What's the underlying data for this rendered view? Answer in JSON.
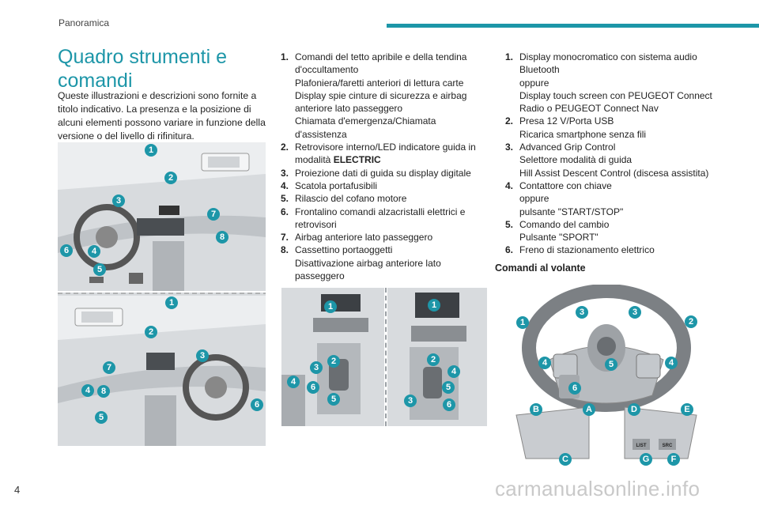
{
  "header": {
    "section": "Panoramica"
  },
  "page_number": "4",
  "watermark": "carmanualsonline.info",
  "title": "Quadro strumenti e comandi",
  "intro": "Queste illustrazioni e descrizioni sono fornite a titolo indicativo. La presenza e la posizione di alcuni elementi possono variare in funzione della versione o del livello di rifinitura.",
  "list_middle": [
    {
      "num": "1.",
      "lines": [
        "Comandi del tetto apribile e della tendina d'occultamento",
        "Plafoniera/faretti anteriori di lettura carte",
        "Display spie cinture di sicurezza e airbag anteriore lato passeggero",
        "Chiamata d'emergenza/Chiamata d'assistenza"
      ]
    },
    {
      "num": "2.",
      "lines": [
        "Retrovisore interno/LED indicatore guida in modalità"
      ],
      "bold": "ELECTRIC"
    },
    {
      "num": "3.",
      "lines": [
        "Proiezione dati di guida su display digitale"
      ]
    },
    {
      "num": "4.",
      "lines": [
        "Scatola portafusibili"
      ]
    },
    {
      "num": "5.",
      "lines": [
        "Rilascio del cofano motore"
      ]
    },
    {
      "num": "6.",
      "lines": [
        "Frontalino comandi alzacristalli elettrici e retrovisori"
      ]
    },
    {
      "num": "7.",
      "lines": [
        "Airbag anteriore lato passeggero"
      ]
    },
    {
      "num": "8.",
      "lines": [
        "Cassettino portaoggetti",
        "Disattivazione airbag anteriore lato passeggero"
      ]
    }
  ],
  "list_right": [
    {
      "num": "1.",
      "lines": [
        "Display monocromatico con sistema audio Bluetooth",
        "oppure",
        "Display touch screen con PEUGEOT Connect Radio o PEUGEOT Connect Nav"
      ]
    },
    {
      "num": "2.",
      "lines": [
        "Presa 12 V/Porta USB",
        "Ricarica smartphone senza fili"
      ]
    },
    {
      "num": "3.",
      "lines": [
        "Advanced Grip Control",
        "Selettore modalità di guida",
        "Hill Assist Descent Control (discesa assistita)"
      ]
    },
    {
      "num": "4.",
      "lines": [
        "Contattore con chiave",
        "oppure",
        "pulsante \"START/STOP\""
      ]
    },
    {
      "num": "5.",
      "lines": [
        "Comando del cambio",
        "Pulsante \"SPORT\""
      ]
    },
    {
      "num": "6.",
      "lines": [
        "Freno di stazionamento elettrico"
      ]
    }
  ],
  "subhead": "Comandi al volante",
  "figures": {
    "dash_top_badges": [
      "1",
      "2",
      "3",
      "7",
      "8",
      "6",
      "4",
      "5"
    ],
    "dash_bottom_badges": [
      "1",
      "2",
      "3",
      "7",
      "4",
      "8",
      "5",
      "6"
    ],
    "console_left_badges": [
      "1",
      "2",
      "3",
      "6",
      "4",
      "5"
    ],
    "console_right_badges": [
      "1",
      "2",
      "4",
      "5",
      "3",
      "6"
    ],
    "wheel_badges": [
      "1",
      "3",
      "3",
      "2",
      "4",
      "5",
      "4",
      "6"
    ],
    "wheel_letters": [
      "B",
      "A",
      "C",
      "D",
      "E",
      "G",
      "F"
    ],
    "wheel_button_text": [
      "LIST",
      "SRC"
    ]
  }
}
